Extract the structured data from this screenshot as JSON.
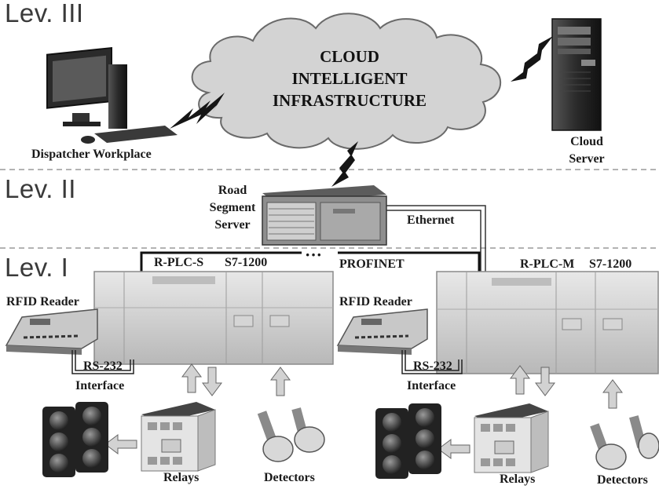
{
  "levels": {
    "lev3": "Lev. III",
    "lev2": "Lev. II",
    "lev1": "Lev. I"
  },
  "cloud": {
    "line1": "CLOUD",
    "line2": "INTELLIGENT",
    "line3": "INFRASTRUCTURE"
  },
  "dispatcher": {
    "label": "Dispatcher Workplace"
  },
  "cloud_server": {
    "line1": "Cloud",
    "line2": "Server"
  },
  "road_server": {
    "line1": "Road",
    "line2": "Segment",
    "line3": "Server"
  },
  "ethernet": "Ethernet",
  "profinet": {
    "dots": "···",
    "label": "PROFINET"
  },
  "plc_s": {
    "name": "R-PLC-S",
    "model": "S7-1200"
  },
  "plc_m": {
    "name": "R-PLC-M",
    "model": "S7-1200"
  },
  "left_group": {
    "rfid": "RFID Reader",
    "rs232": "RS-232",
    "interface": "Interface",
    "relays": "Relays",
    "detectors": "Detectors"
  },
  "right_group": {
    "rfid": "RFID Reader",
    "rs232": "RS-232",
    "interface": "Interface",
    "relays": "Relays",
    "detectors": "Detectors"
  }
}
